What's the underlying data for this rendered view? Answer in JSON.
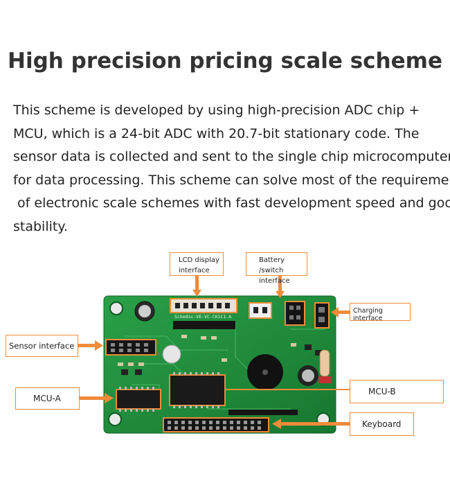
{
  "title": "High precision pricing scale scheme",
  "description_lines": [
    "This scheme is developed by using high-precision ADC chip +",
    "MCU, which is a 24-bit ADC with 20.7-bit stationary code. The",
    "sensor data is collected and sent to the single chip microcomputer",
    "for data processing. This scheme can solve most of the requirements",
    " of electronic scale schemes with fast development speed and good",
    "stability."
  ],
  "labels": {
    "lcd_line1": "LCD display",
    "lcd_line2": "interface",
    "battery_line1": "Battery /switch",
    "battery_line2": "interface",
    "charging": "Charging interface",
    "sensor": "Sensor interface",
    "mcu_a": "MCU-A",
    "mcu_b": "MCU-B",
    "keyboard": "Keyboard"
  },
  "board_silkscreen": "Sckedsc-VE-VC-CK1C1-A",
  "colors": {
    "accent_orange": "#f08b3a",
    "pcb_green": "#1f8a3a",
    "chip_black": "#1a1a1a"
  }
}
